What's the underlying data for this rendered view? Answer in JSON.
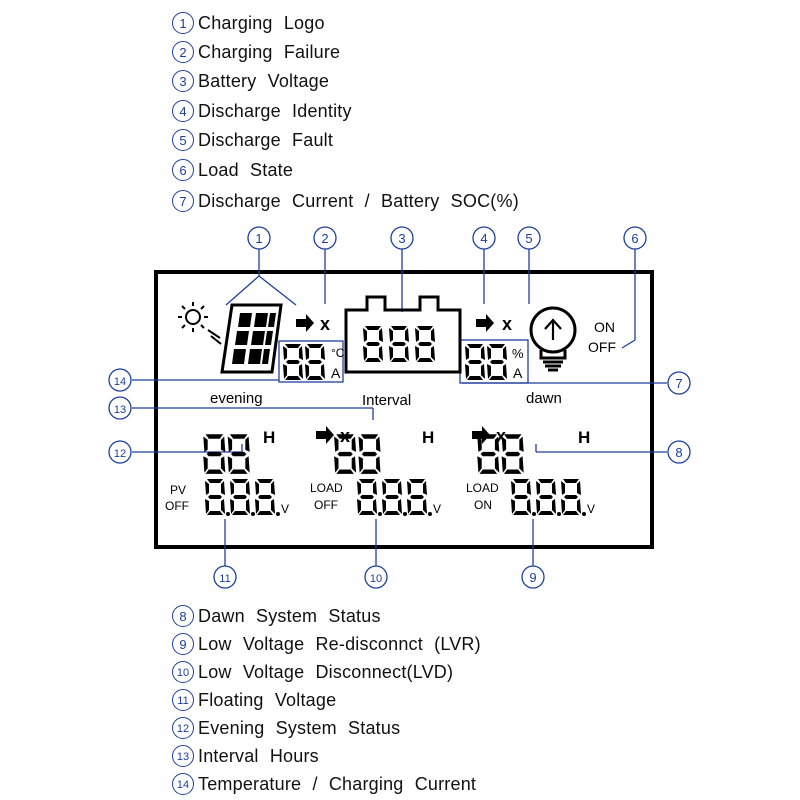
{
  "legend_top": [
    {
      "num": "1",
      "text": "Charging  Logo"
    },
    {
      "num": "2",
      "text": "Charging  Failure"
    },
    {
      "num": "3",
      "text": "Battery  Voltage"
    },
    {
      "num": "4",
      "text": "Discharge  Identity"
    },
    {
      "num": "5",
      "text": "Discharge  Fault"
    },
    {
      "num": "6",
      "text": "Load  State"
    },
    {
      "num": "7",
      "text": "Discharge  Current  /  Battery  SOC(%)"
    }
  ],
  "legend_bottom": [
    {
      "num": "8",
      "text": "Dawn  System  Status"
    },
    {
      "num": "9",
      "text": "Low  Voltage  Re-disconnct  (LVR)"
    },
    {
      "num": "10",
      "text": "Low  Voltage  Disconnect(LVD)"
    },
    {
      "num": "11",
      "text": "Floating  Voltage"
    },
    {
      "num": "12",
      "text": "Evening  System  Status"
    },
    {
      "num": "13",
      "text": "Interval  Hours"
    },
    {
      "num": "14",
      "text": "Temperature  /  Charging  Current"
    }
  ],
  "display": {
    "x_mark": "x",
    "temp_unit": "°C",
    "amp_unit": "A",
    "percent_unit": "%",
    "on_label": "ON",
    "off_label": "OFF",
    "evening_label": "evening",
    "interval_label": "Interval",
    "dawn_label": "dawn",
    "hour_unit": "H",
    "volt_unit": "V",
    "pv_label": "PV",
    "pv_off_label": "OFF",
    "load_off_top": "LOAD",
    "load_off_bottom": "OFF",
    "load_on_top": "LOAD",
    "load_on_bottom": "ON",
    "digits_two": "88",
    "digits_three": "888",
    "digits_volt": "8.8.8"
  },
  "colors": {
    "callout": "#1e3f9c",
    "lcd_frame": "#000000",
    "highlight_box": "#3a6fd8"
  }
}
